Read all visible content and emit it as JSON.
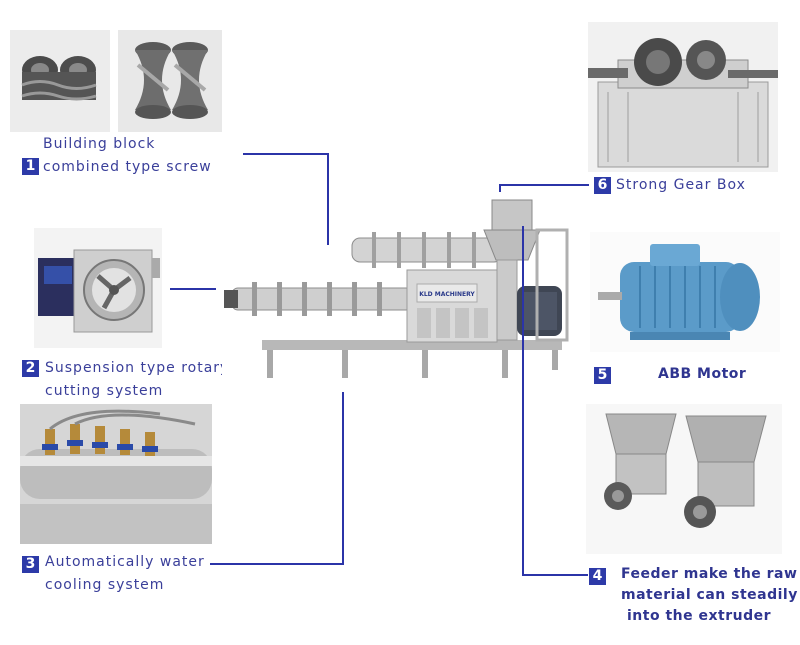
{
  "features": [
    {
      "num": "1",
      "line1": "Building block",
      "line2": "combined type screw",
      "image_icon": "screw-elements-photo"
    },
    {
      "num": "2",
      "line1": "Suspension type rotary",
      "line2": "cutting system",
      "image_icon": "rotary-cutter-photo"
    },
    {
      "num": "3",
      "line1": "Automatically water",
      "line2": "cooling system",
      "image_icon": "water-cooling-photo"
    },
    {
      "num": "4",
      "line1": "Feeder make the raw",
      "line2": "material can steadily",
      "line3": "into the extruder",
      "image_icon": "feeder-photo"
    },
    {
      "num": "5",
      "line1": "ABB Motor",
      "image_icon": "abb-motor-photo"
    },
    {
      "num": "6",
      "line1": "Strong Gear Box",
      "image_icon": "gear-box-photo"
    }
  ],
  "machine": {
    "brand_plate": "KLD MACHINERY",
    "image_icon": "extruder-machine-photo"
  },
  "colors": {
    "accent": "#2b34a8",
    "text": "#3a3f9a"
  }
}
